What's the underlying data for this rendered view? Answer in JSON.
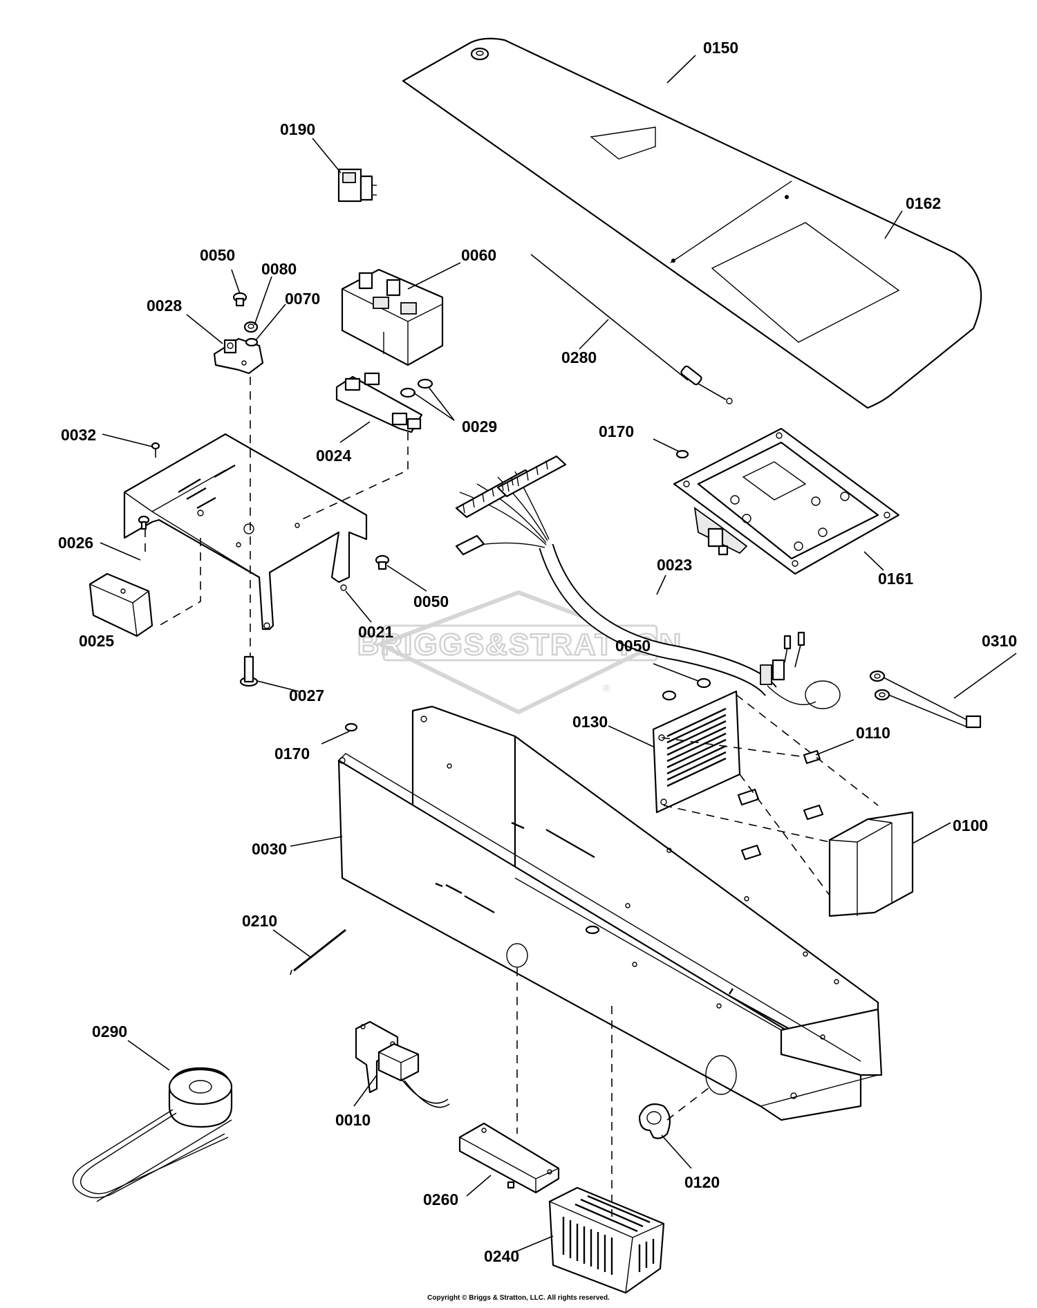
{
  "watermark": {
    "brand_text": "BRIGGS&STRATTON",
    "registered_mark": "®"
  },
  "footer": {
    "copyright": "Copyright © Briggs & Stratton, LLC. All rights reserved."
  },
  "labels": [
    {
      "id": "0150",
      "text": "0150"
    },
    {
      "id": "0190",
      "text": "0190"
    },
    {
      "id": "0162",
      "text": "0162"
    },
    {
      "id": "0050a",
      "text": "0050"
    },
    {
      "id": "0080",
      "text": "0080"
    },
    {
      "id": "0060",
      "text": "0060"
    },
    {
      "id": "0070",
      "text": "0070"
    },
    {
      "id": "0028",
      "text": "0028"
    },
    {
      "id": "0280",
      "text": "0280"
    },
    {
      "id": "0029",
      "text": "0029"
    },
    {
      "id": "0032",
      "text": "0032"
    },
    {
      "id": "0170a",
      "text": "0170"
    },
    {
      "id": "0024",
      "text": "0024"
    },
    {
      "id": "0026",
      "text": "0026"
    },
    {
      "id": "0023",
      "text": "0023"
    },
    {
      "id": "0161",
      "text": "0161"
    },
    {
      "id": "0050b",
      "text": "0050"
    },
    {
      "id": "0021",
      "text": "0021"
    },
    {
      "id": "0025",
      "text": "0025"
    },
    {
      "id": "0050c",
      "text": "0050"
    },
    {
      "id": "0310",
      "text": "0310"
    },
    {
      "id": "0027",
      "text": "0027"
    },
    {
      "id": "0130",
      "text": "0130"
    },
    {
      "id": "0110",
      "text": "0110"
    },
    {
      "id": "0170b",
      "text": "0170"
    },
    {
      "id": "0030",
      "text": "0030"
    },
    {
      "id": "0100",
      "text": "0100"
    },
    {
      "id": "0210",
      "text": "0210"
    },
    {
      "id": "0290",
      "text": "0290"
    },
    {
      "id": "0010",
      "text": "0010"
    },
    {
      "id": "0120",
      "text": "0120"
    },
    {
      "id": "0260",
      "text": "0260"
    },
    {
      "id": "0240",
      "text": "0240"
    }
  ]
}
